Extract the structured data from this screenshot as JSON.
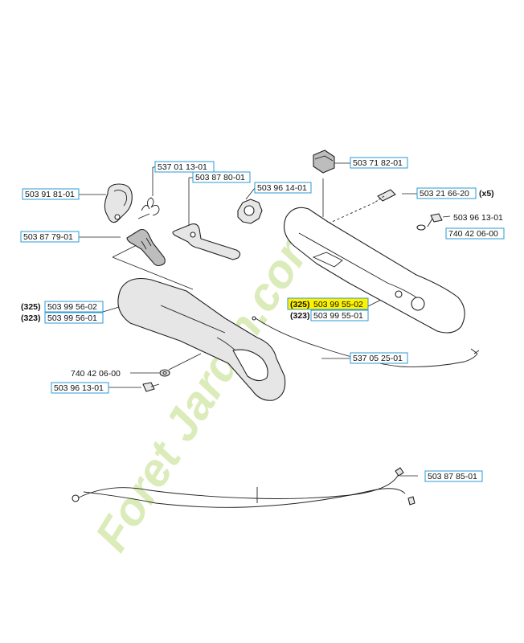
{
  "parts": [
    {
      "id": "p1",
      "number": "537 01 13-01"
    },
    {
      "id": "p2",
      "number": "503 91 81-01"
    },
    {
      "id": "p3",
      "number": "503 87 80-01"
    },
    {
      "id": "p4",
      "number": "503 96 14-01"
    },
    {
      "id": "p5",
      "number": "503 71 82-01"
    },
    {
      "id": "p6",
      "number": "503 21 66-20",
      "suffix": "(x5)"
    },
    {
      "id": "p7",
      "number": "503 96 13-01"
    },
    {
      "id": "p8",
      "number": "740 42 06-00"
    },
    {
      "id": "p9",
      "number": "503 87 79-01"
    },
    {
      "id": "p10",
      "number": "503 99 56-02",
      "prefix": "(325)"
    },
    {
      "id": "p11",
      "number": "503 99 56-01",
      "prefix": "(323)"
    },
    {
      "id": "p12",
      "number": "503 99 55-02",
      "prefix": "(325)",
      "highlighted": true
    },
    {
      "id": "p13",
      "number": "503 99 55-01",
      "prefix": "(323)"
    },
    {
      "id": "p14",
      "number": "537 05 25-01"
    },
    {
      "id": "p15",
      "number": "740 42 06-00"
    },
    {
      "id": "p16",
      "number": "503 96 13-01"
    },
    {
      "id": "p17",
      "number": "503 87 85-01"
    }
  ],
  "watermark": {
    "text": "Foret Jardin.com"
  },
  "colors": {
    "box_border": "#2a9bd6",
    "highlight": "#fff200",
    "watermark": "#cfe6a3"
  }
}
